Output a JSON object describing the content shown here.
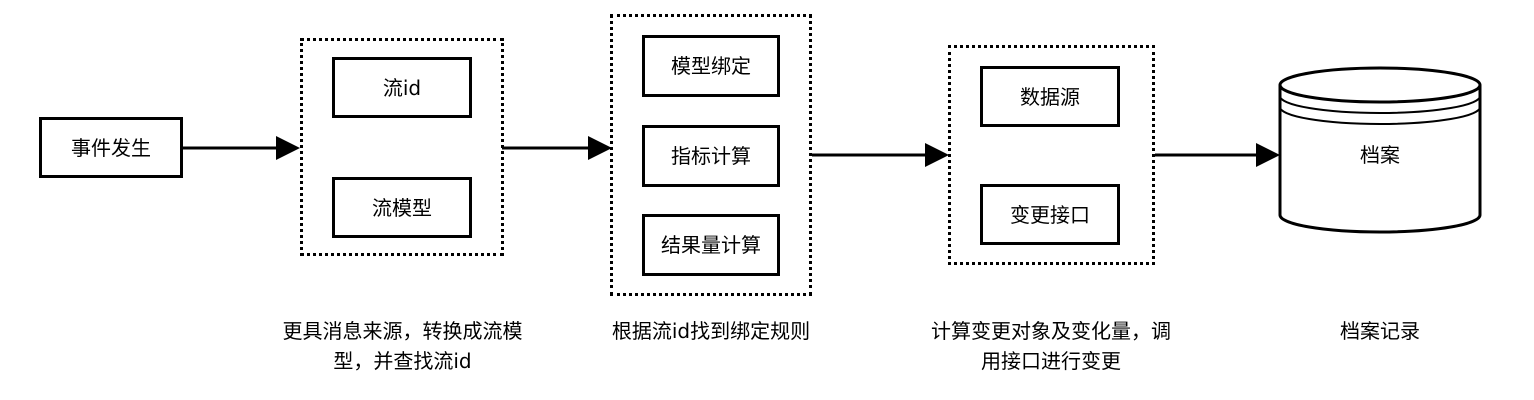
{
  "nodes": {
    "event": "事件发生",
    "group1": {
      "items": [
        "流id",
        "流模型"
      ]
    },
    "group2": {
      "items": [
        "模型绑定",
        "指标计算",
        "结果量计算"
      ]
    },
    "group3": {
      "items": [
        "数据源",
        "变更接口"
      ]
    },
    "archive": "档案"
  },
  "captions": {
    "step1": [
      "更具消息来源，转换成流模",
      "型，并查找流id"
    ],
    "step2": [
      "根据流id找到绑定规则"
    ],
    "step3": [
      "计算变更对象及变化量，调",
      "用接口进行变更"
    ],
    "step4": [
      "档案记录"
    ]
  }
}
